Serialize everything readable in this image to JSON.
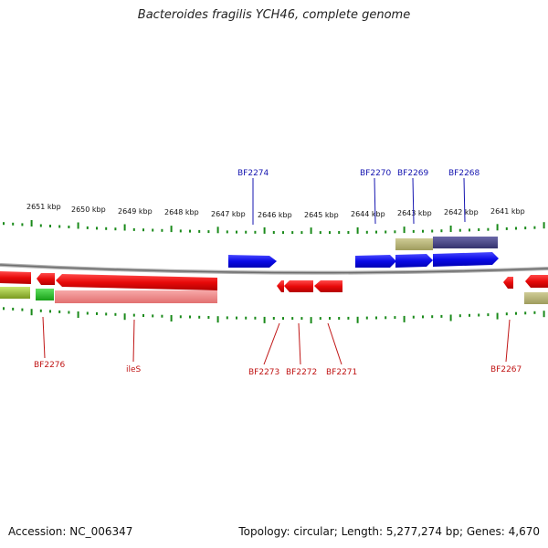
{
  "title": "Bacteroides fragilis YCH46, complete genome",
  "footer": {
    "accession": "Accession: NC_006347",
    "topology": "Topology: circular; Length: 5,277,274 bp; Genes: 4,670"
  },
  "colors": {
    "forward": "#1010e0",
    "reverse": "#e01010",
    "forward_label": "#1515b0",
    "reverse_label": "#c01515",
    "tick": "#1a8a1a",
    "backbone": "#888888"
  },
  "scale_labels": [
    "2651 kbp",
    "2650 kbp",
    "2649 kbp",
    "2648 kbp",
    "2647 kbp",
    "2646 kbp",
    "2645 kbp",
    "2644 kbp",
    "2643 kbp",
    "2642 kbp",
    "2641 kbp"
  ],
  "forward_gene_labels": [
    "BF2274",
    "BF2270",
    "BF2269",
    "BF2268"
  ],
  "reverse_gene_labels": [
    "BF2276",
    "ileS",
    "BF2273",
    "BF2272",
    "BF2271",
    "BF2267"
  ]
}
